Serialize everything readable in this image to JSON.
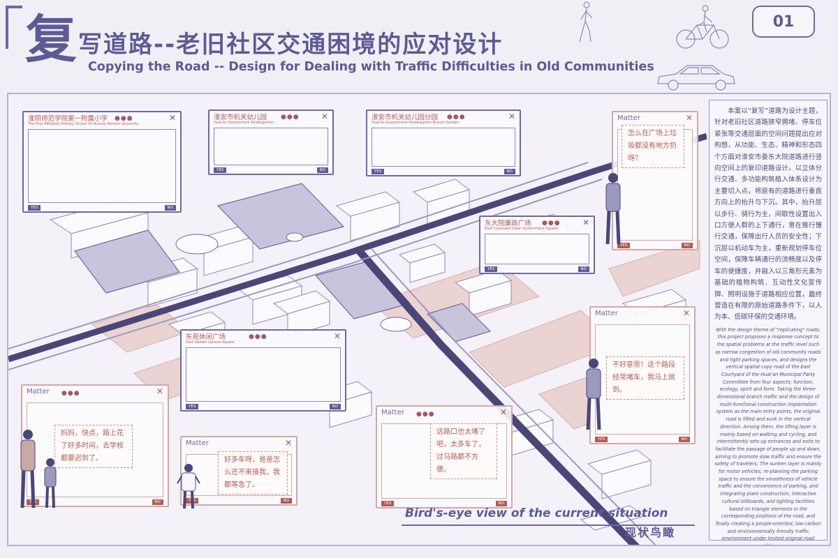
{
  "header": {
    "big_char": "复",
    "title_cn": "写道路--老旧社区交通困境的应对设计",
    "title_en": "Copying the Road -- Design for Dealing with Traffic Difficulties in Old Communities",
    "page_number": "01"
  },
  "popup_buttons": {
    "yes": "YES",
    "no": "NO"
  },
  "popups": [
    {
      "title": "淮阴师范学院第一附属小学",
      "subtitle": "The First Affiliated Primary School Of Huaiyin Normal University"
    },
    {
      "title": "淮安市机关幼儿园",
      "subtitle": "Huai'an Government Kindergarten"
    },
    {
      "title": "淮安市机关幼儿园分园",
      "subtitle": "Huai'an Government Kindergarten Branch Garden"
    },
    {
      "title": "东大院廉政广场",
      "subtitle": "East Courtyard Clean Government Square"
    },
    {
      "title": "东苑休闲广场",
      "subtitle": "East Garden Leisure Square"
    }
  ],
  "matters": [
    {
      "title": "Matter",
      "speech": "怎么在广场上垃圾都没有地方扔呀？"
    },
    {
      "title": "Matter",
      "speech": "不好意思！这个路段经常堵车，我马上就到。"
    },
    {
      "title": "Matter",
      "speech": "妈妈，快点，路上花了好多时间，去学校都要迟到了。"
    },
    {
      "title": "Matter",
      "speech": "好多车呀，爸爸怎么还不来接我，我都等急了。"
    },
    {
      "title": "Matter",
      "speech": "这路口也太堵了吧，太多车了，过马路都不方便。"
    }
  ],
  "description": {
    "cn": "本案以“复写”道路为设计主题，针对老旧社区道路狭窄拥堵、停车位紧张等交通层面的空间问题提出应对构想，从功能、生态、精神和形态四个方面对淮安市委东大院道路进行竖向空间上的复印道路设计。以立体分行交通、多功能构筑植入体系设计为主要切入点，将原有的道路进行垂直方向上的抬升与下沉。其中，抬升层以步行、骑行为主，间歇性设置出入口方便人群的上下通行，意在推行慢行交通，保障出行人员的安全性；下沉层以机动车为主，重新规划停车位空间，保障车辆通行的流畅度以及停车的便捷度，并融入以三角形元素为基础的植物构筑、互动性文化宣传牌、照明设施于道路相应位置，最终营造在有限的原始道路条件下，以人为本、低碳环保的交通环境。",
    "en": "With the design theme of \"replicating\" roads, this project proposes a response concept to the spatial problems at the traffic level such as narrow congestion of old community roads and tight parking spaces, and designs the vertical spatial copy road of the East Courtyard of the Huai'an Municipal Party Committee from four aspects: function, ecology, spirit and form. Taking the three-dimensional branch traffic and the design of multi-functional construction implantation system as the main entry points, the original road is lifted and sunk in the vertical direction. Among them, the lifting layer is mainly based on walking and cycling, and intermittently sets up entrances and exits to facilitate the passage of people up and down, aiming to promote slow traffic and ensure the safety of travelers; The sunken layer is mainly for motor vehicles, re-planning the parking space to ensure the smoothness of vehicle traffic and the convenience of parking, and integrating plant construction, interactive cultural billboards, and lighting facilities based on triangle elements in the corresponding positions of the road, and finally creating a people-oriented, low-carbon and environmentally friendly traffic environment under limited original road conditions."
  },
  "caption": {
    "en": "Bird's-eye view of the current situation",
    "cn": "现状鸟瞰"
  },
  "colors": {
    "primary": "#5d5b94",
    "accent": "#b05a53",
    "road_dark": "#4a4778",
    "pink_area": "#e9c9c6",
    "background": "#f1eff6"
  }
}
